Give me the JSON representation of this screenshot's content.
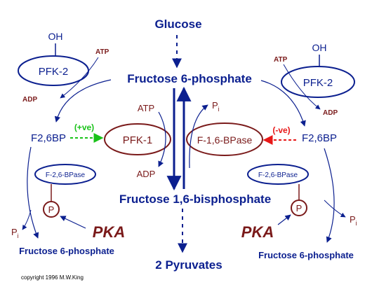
{
  "pathway": {
    "glucose": "Glucose",
    "f6p": "Fructose 6-phosphate",
    "f16bp": "Fructose 1,6-bisphosphate",
    "pyruvates": "2 Pyruvates"
  },
  "center": {
    "pfk1": "PFK-1",
    "fbpase1": "F-1,6-BPase",
    "atp": "ATP",
    "adp": "ADP",
    "pi": "P",
    "pi_sub": "i"
  },
  "left": {
    "oh": "OH",
    "pfk2": "PFK-2",
    "atp": "ATP",
    "adp": "ADP",
    "f26bp": "F2,6BP",
    "effect": "(+ve)",
    "fbpase2": "F-2,6-BPase",
    "p": "P",
    "pka": "PKA",
    "pi": "P",
    "pi_sub": "i",
    "product": "Fructose 6-phosphate"
  },
  "right": {
    "oh": "OH",
    "pfk2": "PFK-2",
    "atp": "ATP",
    "adp": "ADP",
    "f26bp": "F2,6BP",
    "effect": "(-ve)",
    "fbpase2": "F-2,6-BPase",
    "p": "P",
    "pka": "PKA",
    "pi": "P",
    "pi_sub": "i",
    "product": "Fructose 6-phosphate"
  },
  "copyright": "copyright 1996 M.W.King",
  "colors": {
    "navy": "#0b1f8f",
    "maroon": "#7a1a1a",
    "activation": "#19c219",
    "inhibition": "#e81818"
  }
}
